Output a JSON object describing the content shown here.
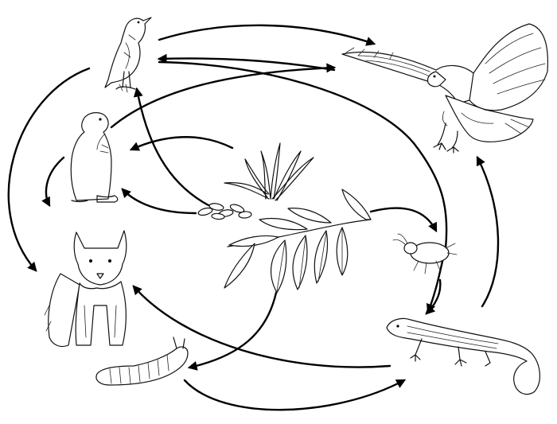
{
  "diagram": {
    "type": "food-web",
    "organisms": [
      {
        "id": "meadowlark",
        "icon": "meadowlark-icon"
      },
      {
        "id": "hawk",
        "icon": "hawk-icon"
      },
      {
        "id": "prairie-dog",
        "icon": "prairie-dog-icon"
      },
      {
        "id": "grass",
        "icon": "grass-icon"
      },
      {
        "id": "seeds",
        "icon": "seeds-icon"
      },
      {
        "id": "leaves",
        "icon": "leaves-icon"
      },
      {
        "id": "aphid",
        "icon": "aphid-icon"
      },
      {
        "id": "fox",
        "icon": "fox-icon"
      },
      {
        "id": "caterpillar",
        "icon": "caterpillar-icon"
      },
      {
        "id": "lizard",
        "icon": "lizard-icon"
      }
    ],
    "arrows": [
      {
        "from": "meadowlark",
        "to": "hawk"
      },
      {
        "from": "hawk",
        "to": "meadowlark"
      },
      {
        "from": "meadowlark",
        "to": "fox"
      },
      {
        "from": "prairie-dog",
        "to": "hawk"
      },
      {
        "from": "prairie-dog",
        "to": "fox"
      },
      {
        "from": "grass",
        "to": "prairie-dog"
      },
      {
        "from": "seeds",
        "to": "meadowlark"
      },
      {
        "from": "seeds",
        "to": "prairie-dog"
      },
      {
        "from": "leaves",
        "to": "aphid"
      },
      {
        "from": "leaves",
        "to": "caterpillar"
      },
      {
        "from": "aphid",
        "to": "lizard"
      },
      {
        "from": "lizard",
        "to": "hawk"
      },
      {
        "from": "lizard",
        "to": "fox"
      },
      {
        "from": "caterpillar",
        "to": "lizard"
      },
      {
        "from": "meadowlark",
        "to": "aphid"
      }
    ]
  }
}
